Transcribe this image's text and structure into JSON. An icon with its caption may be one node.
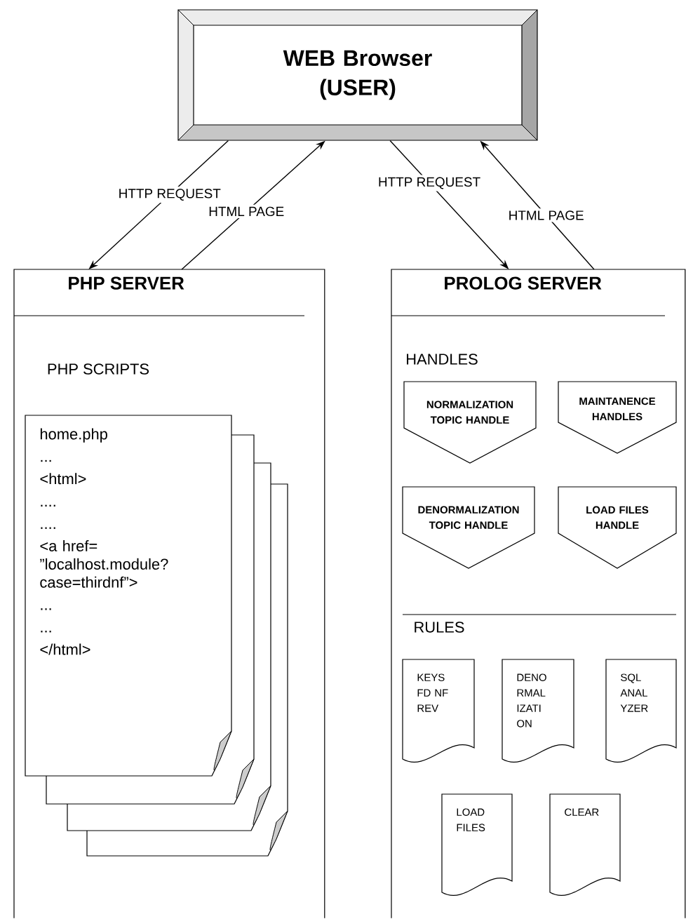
{
  "diagram": {
    "nodes": [
      {
        "text": [
          "WEB Browser (USER)"
        ]
      },
      {
        "text": [
          "PHP SERVER"
        ]
      },
      {
        "text": [
          "home.php",
          "...",
          "<html>",
          "....",
          "....",
          "<a href= ”localhost.module? case=thirdnf”>",
          "...",
          "...",
          "</html>"
        ],
        "in": 1
      },
      {
        "text": [
          "PROLOG SERVER"
        ]
      },
      {
        "text": [
          "NORMALIZATION TOPIC HANDLE"
        ],
        "in": 3
      },
      {
        "text": [
          "MAINTANENCE HANDLES"
        ],
        "in": 3
      },
      {
        "text": [
          "DENORMALIZATION TOPIC HANDLE"
        ],
        "in": 3
      },
      {
        "text": [
          "LOAD FILES HANDLE"
        ],
        "in": 3
      },
      {
        "text": [
          "KEYS FD NF REV"
        ],
        "in": 3
      },
      {
        "text": [
          "DENO RMAL IZATI ON"
        ],
        "in": 3
      },
      {
        "text": [
          "SQL ANAL YZER"
        ],
        "in": 3
      },
      {
        "text": [
          "LOAD FILES"
        ],
        "in": 3
      },
      {
        "text": [
          "CLEAR"
        ],
        "in": 3
      }
    ],
    "edges": [
      {
        "from": 0,
        "to": 1,
        "arrow": "to",
        "label": "HTTP REQUEST"
      },
      {
        "from": 1,
        "to": 0,
        "arrow": "to",
        "label": "HTML PAGE"
      },
      {
        "from": 0,
        "to": 3,
        "arrow": "to",
        "label": "HTTP REQUEST"
      },
      {
        "from": 3,
        "to": 0,
        "arrow": "to",
        "label": "HTML PAGE"
      }
    ],
    "labels": [
      "PHP SCRIPTS",
      "HANDLES",
      "RULES"
    ]
  }
}
